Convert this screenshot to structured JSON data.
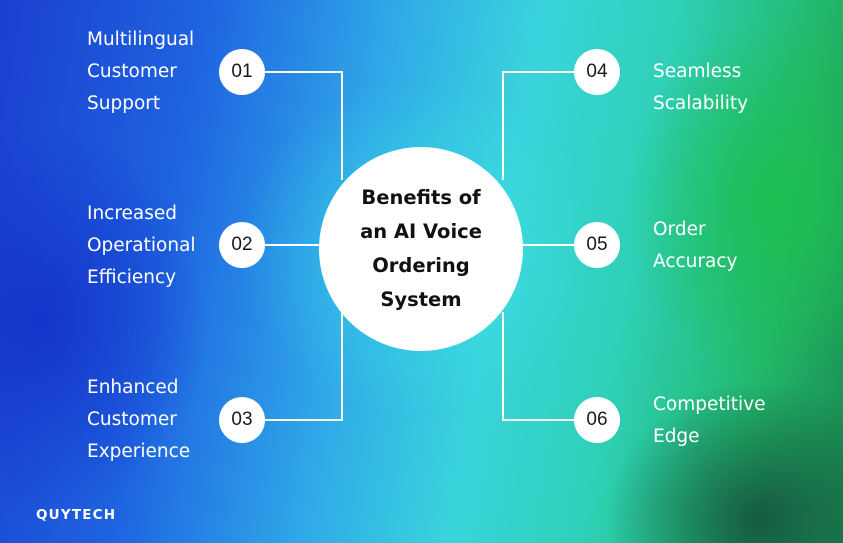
{
  "diagram": {
    "center": {
      "title_lines": [
        "Benefits of",
        "an AI Voice",
        "Ordering",
        "System"
      ]
    },
    "benefits": [
      {
        "number": "01",
        "label_lines": [
          "Multilingual",
          "Customer",
          "Support"
        ]
      },
      {
        "number": "02",
        "label_lines": [
          "Increased",
          "Operational",
          "Efficiency"
        ]
      },
      {
        "number": "03",
        "label_lines": [
          "Enhanced",
          "Customer",
          "Experience"
        ]
      },
      {
        "number": "04",
        "label_lines": [
          "Seamless",
          "Scalability"
        ]
      },
      {
        "number": "05",
        "label_lines": [
          "Order",
          "Accuracy"
        ]
      },
      {
        "number": "06",
        "label_lines": [
          "Competitive",
          "Edge"
        ]
      }
    ]
  },
  "brand": {
    "logo_text": "QUYTECH"
  },
  "colors": {
    "line": "#ffffff",
    "circle_fill": "#ffffff",
    "text_on_circle": "#111111",
    "label_text": "#ffffff"
  }
}
